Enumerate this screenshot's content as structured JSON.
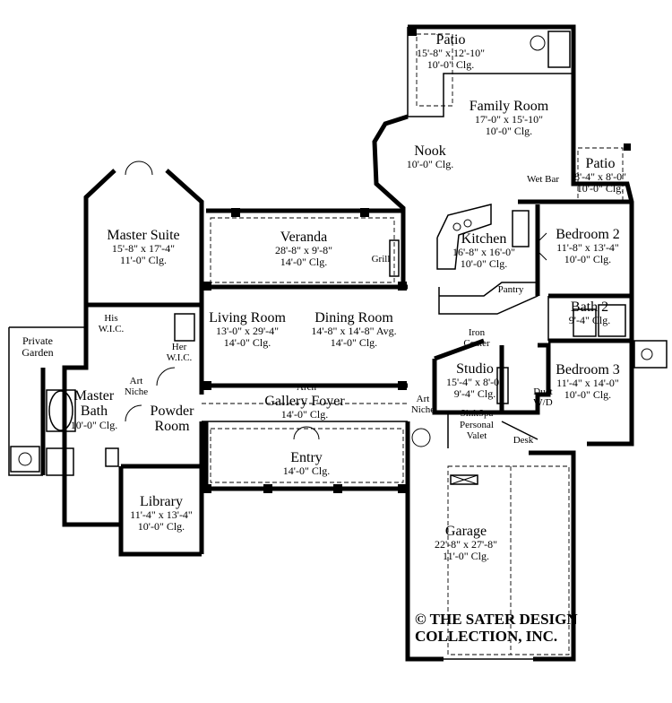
{
  "rooms": {
    "patio_top": {
      "name": "Patio",
      "dims": "15'-8\" x 12'-10\"",
      "clg": "10'-0\" Clg."
    },
    "family_room": {
      "name": "Family Room",
      "dims": "17'-0\" x 15'-10\"",
      "clg": "10'-0\" Clg."
    },
    "nook": {
      "name": "Nook",
      "clg": "10'-0\" Clg."
    },
    "patio_right": {
      "name": "Patio",
      "dims": "8'-4\" x 8'-0\"",
      "clg": "10'-0\" Clg."
    },
    "master_suite": {
      "name": "Master Suite",
      "dims": "15'-8\" x 17'-4\"",
      "clg": "11'-0\" Clg."
    },
    "veranda": {
      "name": "Veranda",
      "dims": "28'-8\" x 9'-8\"",
      "clg": "14'-0\" Clg."
    },
    "kitchen": {
      "name": "Kitchen",
      "dims": "16'-8\" x 16'-0\"",
      "clg": "10'-0\" Clg."
    },
    "bedroom2": {
      "name": "Bedroom 2",
      "dims": "11'-8\" x 13'-4\"",
      "clg": "10'-0\" Clg."
    },
    "bath2": {
      "name": "Bath 2",
      "clg": "9'-4\" Clg."
    },
    "living_room": {
      "name": "Living Room",
      "dims": "13'-0\" x 29'-4\"",
      "clg": "14'-0\" Clg."
    },
    "dining_room": {
      "name": "Dining Room",
      "dims": "14'-8\" x 14'-8\" Avg.",
      "clg": "14'-0\" Clg."
    },
    "bedroom3": {
      "name": "Bedroom 3",
      "dims": "11'-4\" x 14'-0\"",
      "clg": "10'-0\" Clg."
    },
    "studio": {
      "name": "Studio",
      "dims": "15'-4\" x 8'-0\"",
      "clg": "9'-4\" Clg."
    },
    "master_bath": {
      "name": "Master Bath",
      "clg": "10'-0\" Clg."
    },
    "powder_room": {
      "name": "Powder Room"
    },
    "gallery_foyer": {
      "name": "Gallery Foyer",
      "clg": "14'-0\" Clg."
    },
    "entry": {
      "name": "Entry",
      "clg": "14'-0\" Clg."
    },
    "library": {
      "name": "Library",
      "dims": "11'-4\" x 13'-4\"",
      "clg": "10'-0\" Clg."
    },
    "garage": {
      "name": "Garage",
      "dims": "22'-8\" x 27'-8\"",
      "clg": "11'-0\" Clg."
    }
  },
  "notes": {
    "wet_bar": "Wet Bar",
    "grill": "Grill",
    "pantry": "Pantry",
    "iron_center": "Iron Center",
    "private_garden": "Private Garden",
    "his_wic": "His W.I.C.",
    "her_wic": "Her W.I.C.",
    "art_niche_left": "Art Niche",
    "art_niche_right": "Art Niche",
    "arch": "Arch",
    "duct": "Duct",
    "wd": "W/D",
    "sink_spa": "SinkSpa",
    "personal_valet": "Personal Valet",
    "desk": "Desk"
  },
  "copyright": {
    "line1": "© THE SATER DESIGN",
    "line2": "COLLECTION, INC."
  }
}
